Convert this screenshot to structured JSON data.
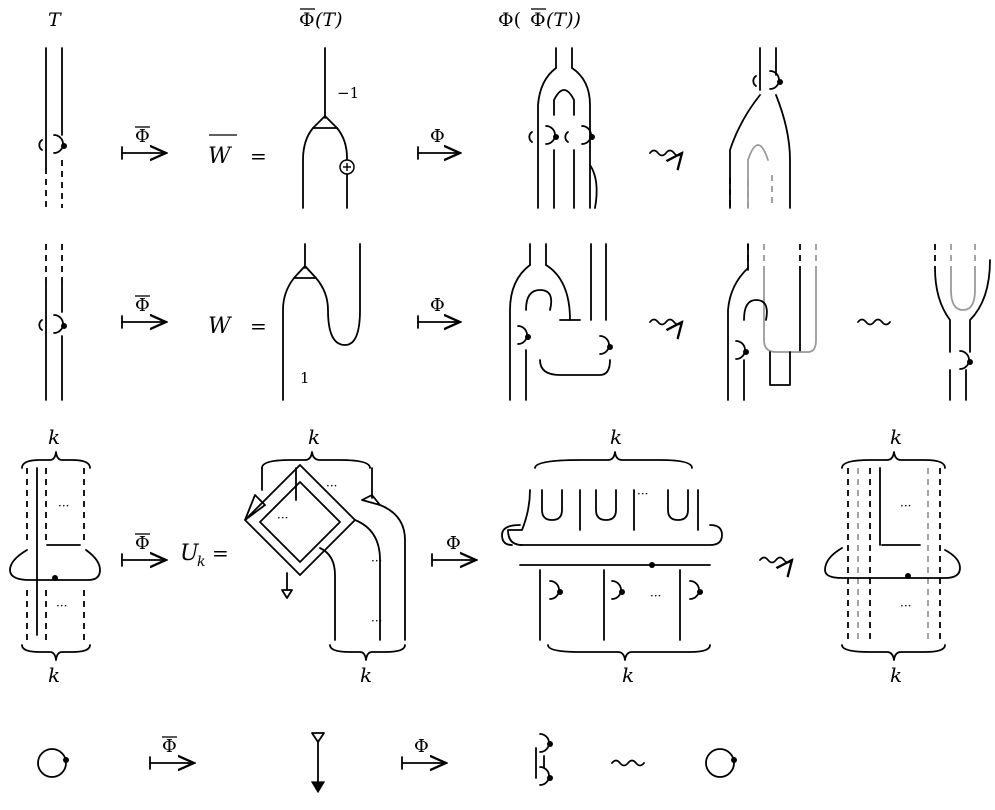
{
  "headers": {
    "col1": "T",
    "col2_phi": "Φ",
    "col2_arg": "(T)",
    "col3_phi": "Φ(",
    "col3_phibar": "Φ",
    "col3_arg": "(T))"
  },
  "arrows": {
    "phibar": "Φ",
    "phi": "Φ"
  },
  "row1": {
    "lhs": "W",
    "eq": "=",
    "label_minus1": "−1"
  },
  "row2": {
    "lhs": "W",
    "eq": "=",
    "label_1": "1"
  },
  "row3": {
    "k": "k",
    "dots": "···",
    "u_label": "U",
    "u_sub": "k",
    "eq": "="
  }
}
